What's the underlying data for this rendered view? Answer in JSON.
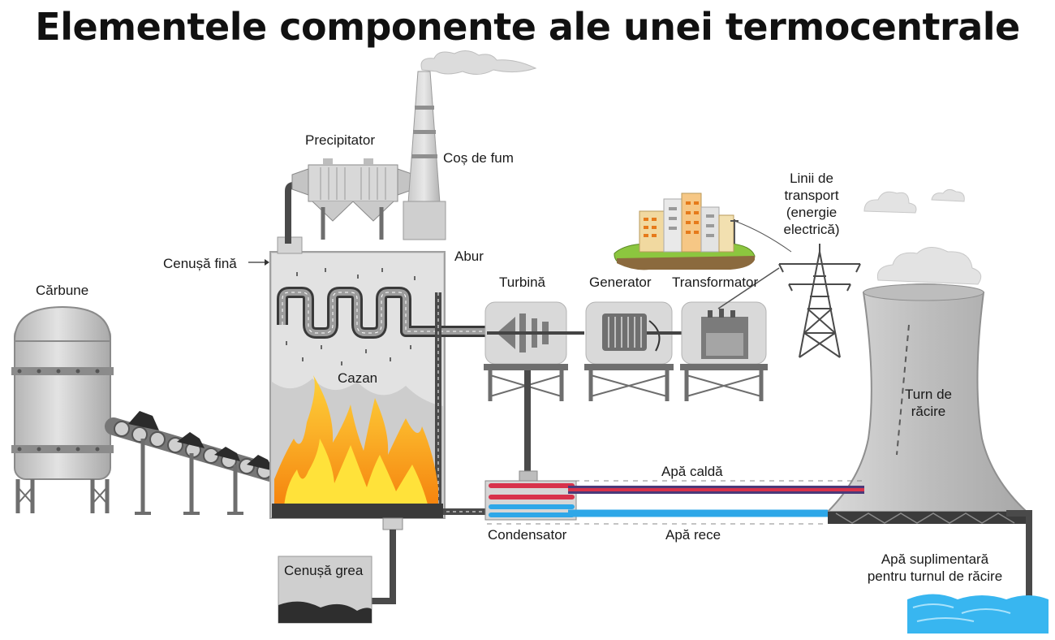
{
  "title": "Elementele componente ale unei termocentrale",
  "labels": {
    "precipitator": "Precipitator",
    "cos_de_fum": "Coș de fum",
    "cenusa_fina": "Cenușă fină",
    "abur": "Abur",
    "carbune": "Cărbune",
    "cazan": "Cazan",
    "turbina": "Turbină",
    "generator": "Generator",
    "transformator": "Transformator",
    "linii_line1": "Linii de",
    "linii_line2": "transport",
    "linii_line3": "(energie",
    "linii_line4": "electrică)",
    "turn_line1": "Turn de",
    "turn_line2": "răcire",
    "apa_calda": "Apă caldă",
    "apa_rece": "Apă rece",
    "condensator": "Condensator",
    "cenusa_grea": "Cenușă grea",
    "apa_supl_line1": "Apă suplimentară",
    "apa_supl_line2": "pentru turnul de răcire"
  },
  "colors": {
    "hot_water": "#d8324b",
    "cold_water": "#2ea7e8",
    "flame_outer": "#f7a21b",
    "flame_inner": "#ffe23a",
    "pipe": "#5b5b5b",
    "equipment": "#cfcfcf",
    "grass": "#8cc63f",
    "water": "#38b6f0"
  }
}
